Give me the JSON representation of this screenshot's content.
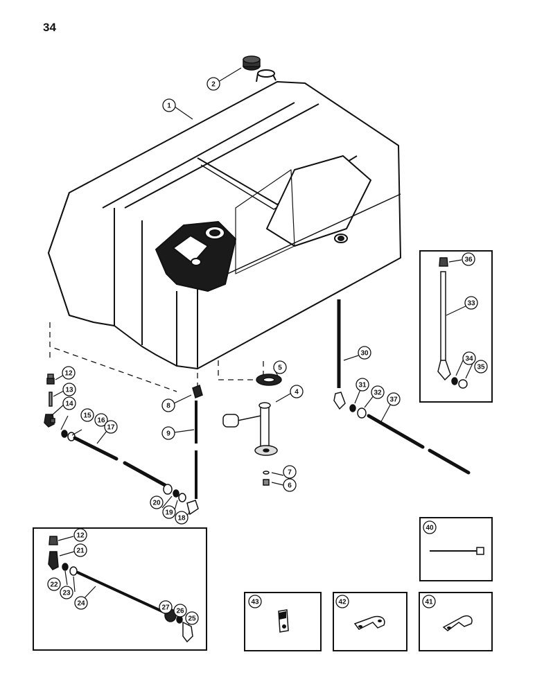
{
  "page": {
    "number": "34"
  },
  "callouts": {
    "c1": "1",
    "c2": "2",
    "c4": "4",
    "c5": "5",
    "c6": "6",
    "c7": "7",
    "c8": "8",
    "c9": "9",
    "c12": "12",
    "c13": "13",
    "c14": "14",
    "c15": "15",
    "c16": "16",
    "c17": "17",
    "c18": "18",
    "c19": "19",
    "c20": "20",
    "c30": "30",
    "c31": "31",
    "c32": "32",
    "c33": "33",
    "c34": "34",
    "c35": "35",
    "c36": "36",
    "c37": "37",
    "i12": "12",
    "c21": "21",
    "c22": "22",
    "c23": "23",
    "c24": "24",
    "c25": "25",
    "c26": "26",
    "c27": "27",
    "c40": "40",
    "c41": "41",
    "c42": "42",
    "c43": "43"
  }
}
